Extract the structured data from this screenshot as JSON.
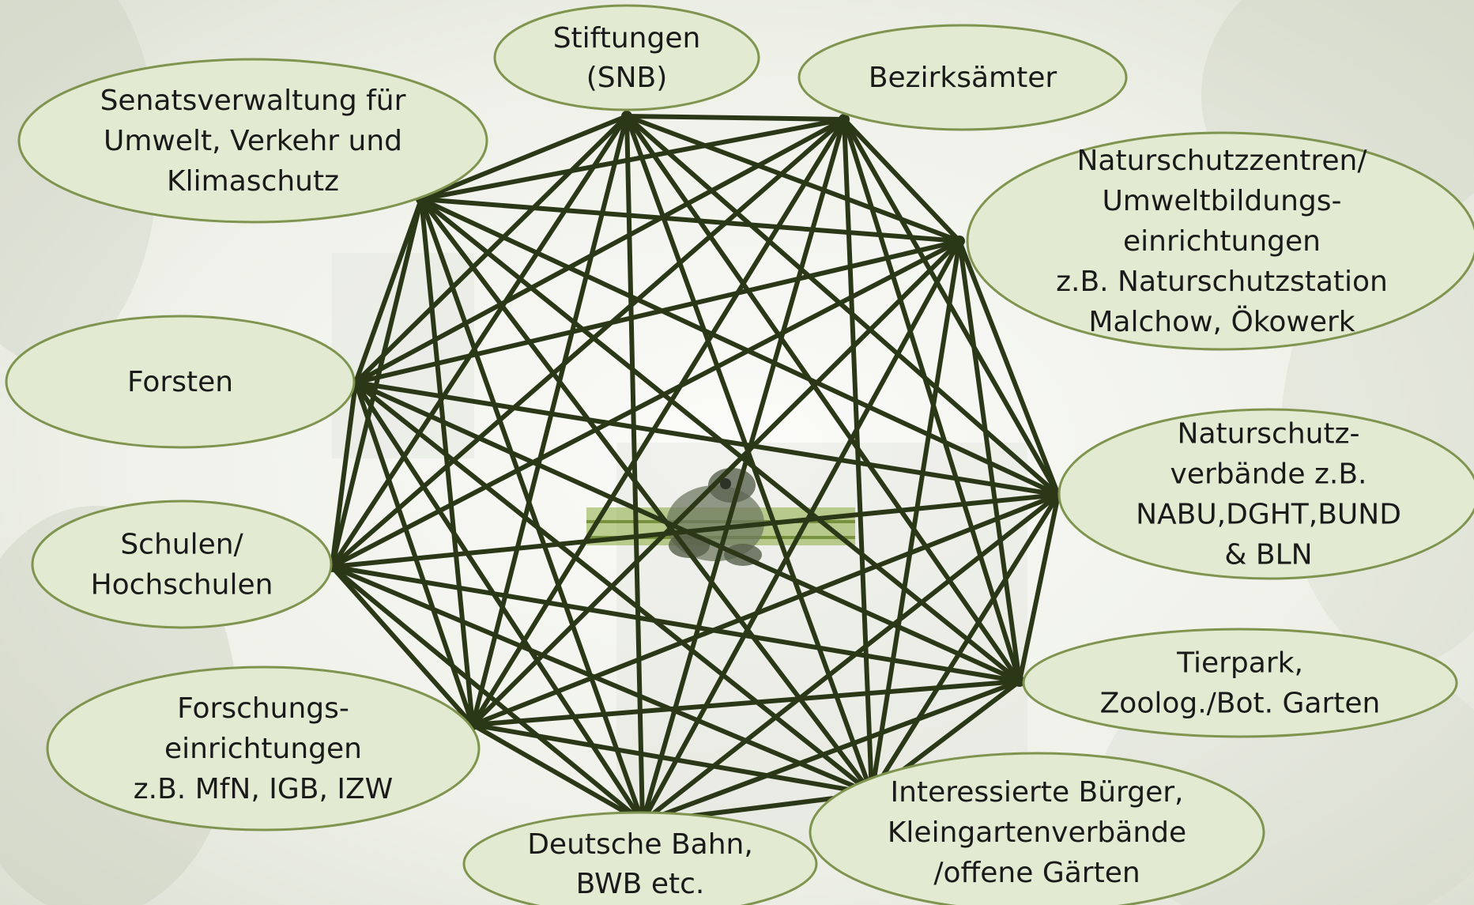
{
  "diagram": {
    "type": "network",
    "central_icon": "frog-icon",
    "colors": {
      "node_fill": "#e3ead2",
      "node_stroke": "#7f944f",
      "edge": "#2b3818",
      "background": "#f2f3ee"
    },
    "nodes": [
      {
        "id": "stiftungen",
        "lines": [
          "Stiftungen",
          "(SNB)"
        ]
      },
      {
        "id": "bezirksaemter",
        "lines": [
          "Bezirksämter"
        ]
      },
      {
        "id": "senatsverwaltung",
        "lines": [
          "Senatsverwaltung für",
          "Umwelt, Verkehr und",
          "Klimaschutz"
        ]
      },
      {
        "id": "naturschutzzentren",
        "lines": [
          "Naturschutzzentren/",
          "Umweltbildungs-",
          "einrichtungen",
          "z.B. Naturschutzstation",
          "Malchow, Ökowerk"
        ]
      },
      {
        "id": "forsten",
        "lines": [
          "Forsten"
        ]
      },
      {
        "id": "naturschutzverbaende",
        "lines": [
          "Naturschutz-",
          "verbände z.B.",
          "NABU,DGHT,BUND",
          "& BLN"
        ]
      },
      {
        "id": "schulen",
        "lines": [
          "Schulen/",
          "Hochschulen"
        ]
      },
      {
        "id": "tierpark",
        "lines": [
          "Tierpark,",
          "Zoolog./Bot. Garten"
        ]
      },
      {
        "id": "forschung",
        "lines": [
          "Forschungs-",
          "einrichtungen",
          "z.B. MfN, IGB, IZW"
        ]
      },
      {
        "id": "buerger",
        "lines": [
          "Interessierte Bürger,",
          "Kleingartenverbände",
          "/offene Gärten"
        ]
      },
      {
        "id": "bahn",
        "lines": [
          "Deutsche Bahn,",
          "BWB etc."
        ]
      }
    ],
    "edges": "complete-graph"
  }
}
